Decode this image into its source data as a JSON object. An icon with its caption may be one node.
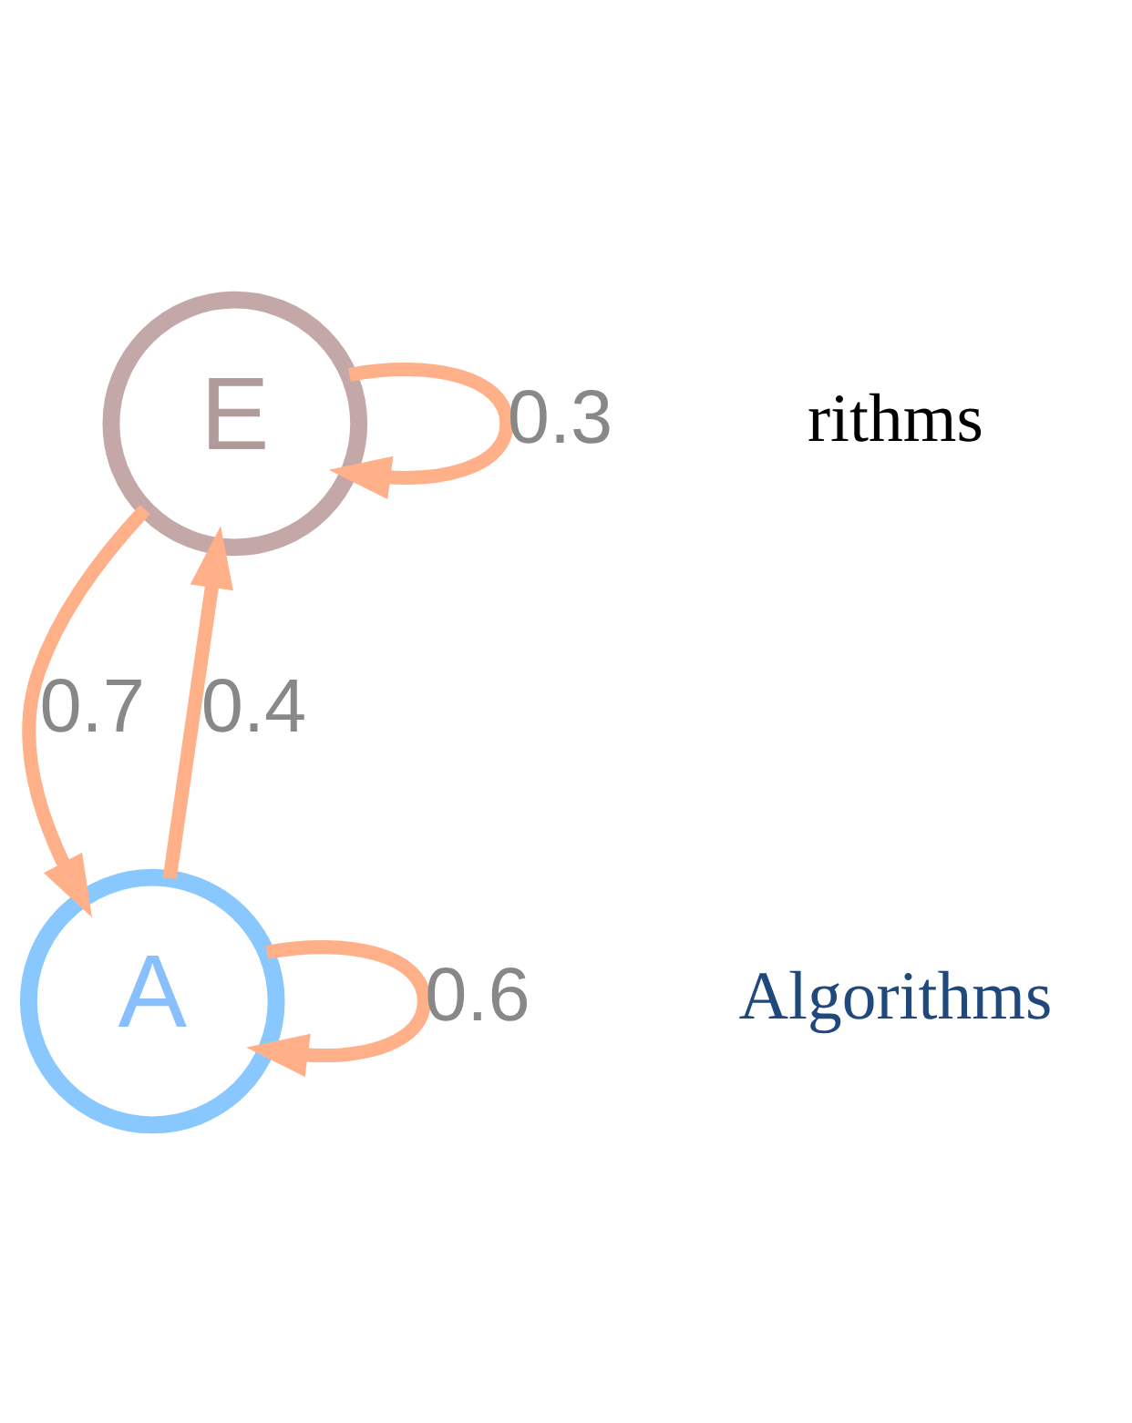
{
  "diagram": {
    "nodes": [
      {
        "text": [
          "E"
        ]
      },
      {
        "text": [
          "A"
        ]
      }
    ],
    "edges": [
      {
        "from": 0,
        "to": 0,
        "arrow": "to",
        "label": "0.3"
      },
      {
        "from": 0,
        "to": 1,
        "arrow": "to",
        "label": "0.7"
      },
      {
        "from": 1,
        "to": 0,
        "arrow": "to",
        "label": "0.4"
      },
      {
        "from": 1,
        "to": 1,
        "arrow": "to",
        "label": "0.6"
      }
    ],
    "labels": [
      "rithms",
      "Algorithms"
    ]
  }
}
